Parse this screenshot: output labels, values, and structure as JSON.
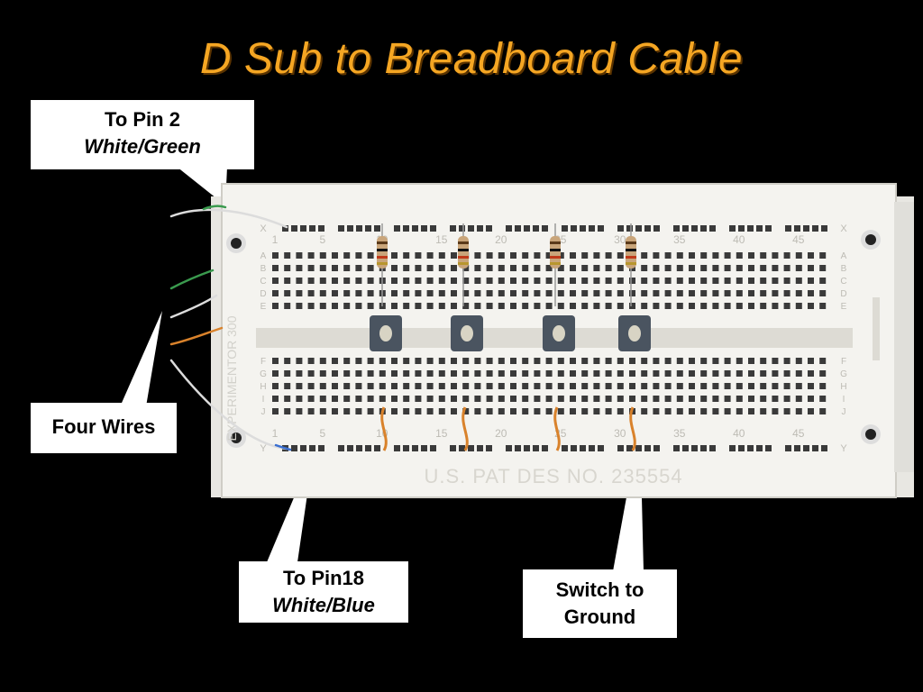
{
  "title": "D Sub to Breadboard Cable",
  "board_text": {
    "patent": "U.S. PAT DES NO. 235554",
    "model": "EXPERIMENTOR 300",
    "row_top": "X",
    "row_bottom": "Y",
    "rows_upper": [
      "A",
      "B",
      "C",
      "D",
      "E"
    ],
    "rows_lower": [
      "F",
      "G",
      "H",
      "I",
      "J"
    ],
    "col_numbers": [
      "1",
      "5",
      "10",
      "15",
      "20",
      "25",
      "30",
      "35",
      "40",
      "45"
    ]
  },
  "callouts": {
    "pin2": {
      "line1": "To Pin 2",
      "line2": "White/Green"
    },
    "four_wires": {
      "line1": "Four Wires"
    },
    "pin18": {
      "line1": "To Pin18",
      "line2": "White/Blue"
    },
    "switch": {
      "line1": "Switch to",
      "line2": "Ground"
    }
  },
  "colors": {
    "title": "#F5A623",
    "board": "#F2F1EC",
    "hole": "#3A3A3A",
    "wire_orange": "#D9822B",
    "wire_green": "#3A9A4E",
    "wire_blue": "#3A6FD1"
  }
}
